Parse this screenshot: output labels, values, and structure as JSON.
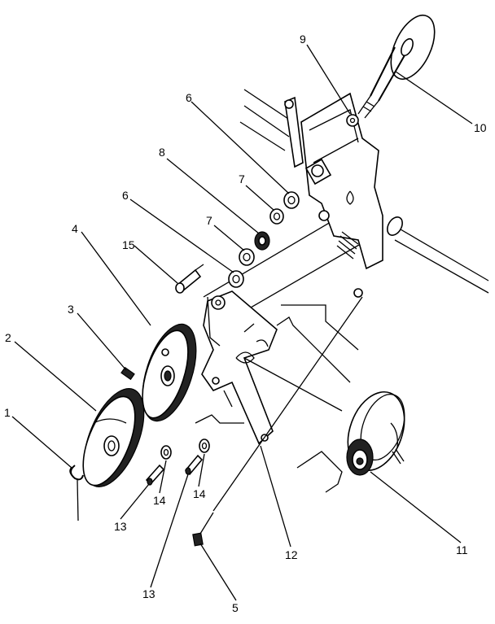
{
  "diagram": {
    "callouts": [
      {
        "id": "c1",
        "label": "1"
      },
      {
        "id": "c2",
        "label": "2"
      },
      {
        "id": "c3",
        "label": "3"
      },
      {
        "id": "c4",
        "label": "4"
      },
      {
        "id": "c5",
        "label": "5"
      },
      {
        "id": "c6a",
        "label": "6"
      },
      {
        "id": "c6b",
        "label": "6"
      },
      {
        "id": "c7a",
        "label": "7"
      },
      {
        "id": "c7b",
        "label": "7"
      },
      {
        "id": "c8",
        "label": "8"
      },
      {
        "id": "c9",
        "label": "9"
      },
      {
        "id": "c10",
        "label": "10"
      },
      {
        "id": "c11",
        "label": "11"
      },
      {
        "id": "c12",
        "label": "12"
      },
      {
        "id": "c13a",
        "label": "13"
      },
      {
        "id": "c13b",
        "label": "13"
      },
      {
        "id": "c14a",
        "label": "14"
      },
      {
        "id": "c14b",
        "label": "14"
      },
      {
        "id": "c15",
        "label": "15"
      }
    ]
  }
}
